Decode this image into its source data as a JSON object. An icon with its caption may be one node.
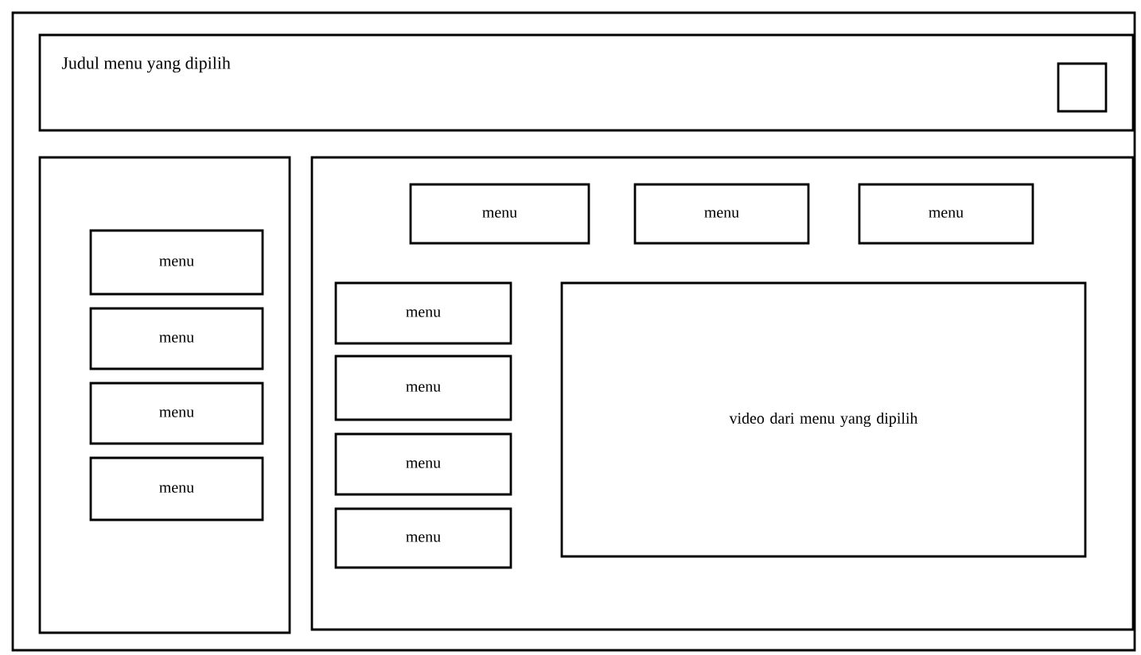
{
  "diagram": {
    "nodes": [
      {
        "text": [],
        "shape": "box"
      },
      {
        "text": [
          "Judul menu yang dipilih"
        ],
        "in": 0
      },
      {
        "text": [],
        "shape": "box",
        "in": 1
      },
      {
        "text": [],
        "shape": "box",
        "in": 0
      },
      {
        "text": [
          "menu"
        ],
        "in": 3
      },
      {
        "text": [
          "menu"
        ],
        "in": 3
      },
      {
        "text": [
          "menu"
        ],
        "in": 3
      },
      {
        "text": [
          "menu"
        ],
        "in": 3
      },
      {
        "text": [],
        "shape": "box",
        "in": 0
      },
      {
        "text": [
          "menu"
        ],
        "in": 8
      },
      {
        "text": [
          "menu"
        ],
        "in": 8
      },
      {
        "text": [
          "menu"
        ],
        "in": 8
      },
      {
        "text": [
          "menu"
        ],
        "in": 8
      },
      {
        "text": [
          "menu"
        ],
        "in": 8
      },
      {
        "text": [
          "menu"
        ],
        "in": 8
      },
      {
        "text": [
          "menu"
        ],
        "in": 8
      },
      {
        "text": [
          "video dari menu yang dipilih"
        ],
        "in": 8
      }
    ],
    "edges": []
  }
}
